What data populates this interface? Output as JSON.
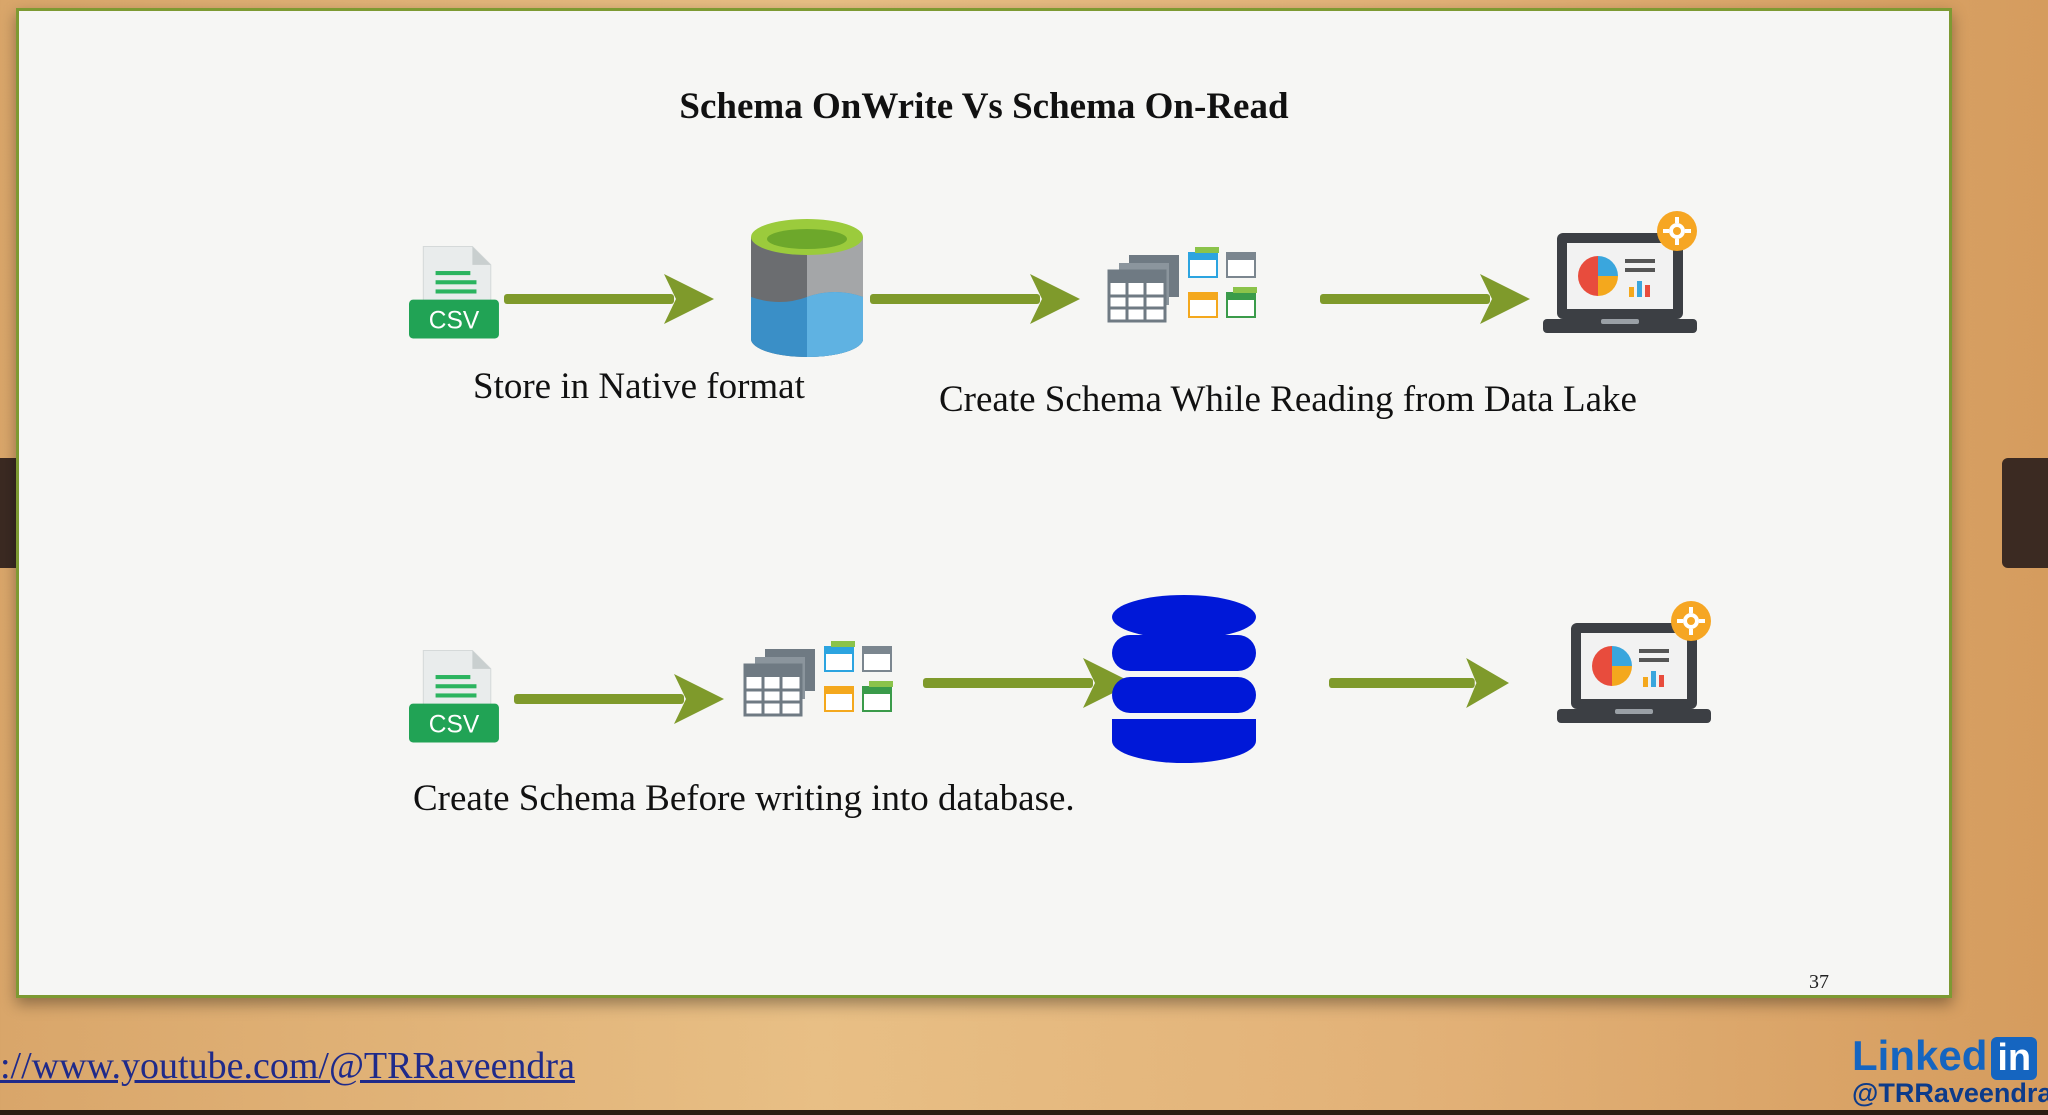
{
  "slide": {
    "title": "Schema OnWrite Vs Schema On-Read",
    "row1_label_a": "Store in Native format",
    "row1_label_b": "Create Schema While Reading from Data Lake",
    "row2_label": "Create Schema Before writing into database.",
    "page_number": "37"
  },
  "icons": {
    "csv_text": "CSV"
  },
  "colors": {
    "arrow": "#7f9a2b",
    "csv_green": "#21a355",
    "db_blue": "#0018d8",
    "frame": "#7d9a32",
    "linkedin_blue": "#1565c0"
  },
  "footer": {
    "youtube_link": "://www.youtube.com/@TRRaveendra",
    "linkedin_word": "Linked",
    "linkedin_in": "in",
    "linkedin_handle": "@TRRaveendra"
  }
}
